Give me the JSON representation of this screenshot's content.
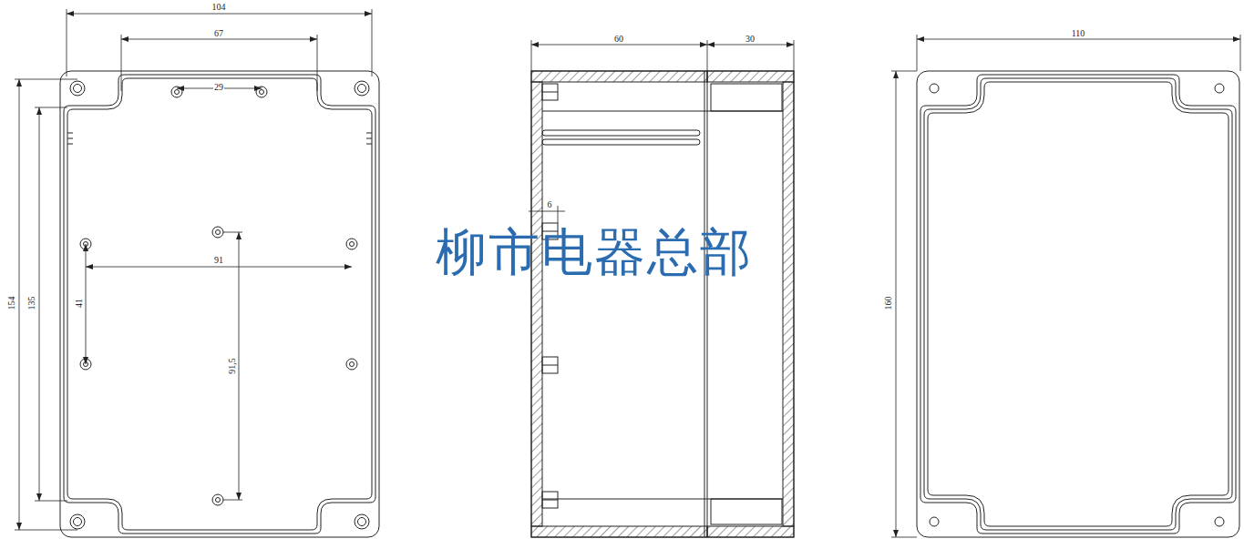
{
  "diagram": {
    "labels": [
      "104",
      "67",
      "29",
      "91",
      "41",
      "91,5",
      "154",
      "135",
      "60",
      "30",
      "6",
      "110",
      "160",
      "柳市电器总部"
    ]
  }
}
